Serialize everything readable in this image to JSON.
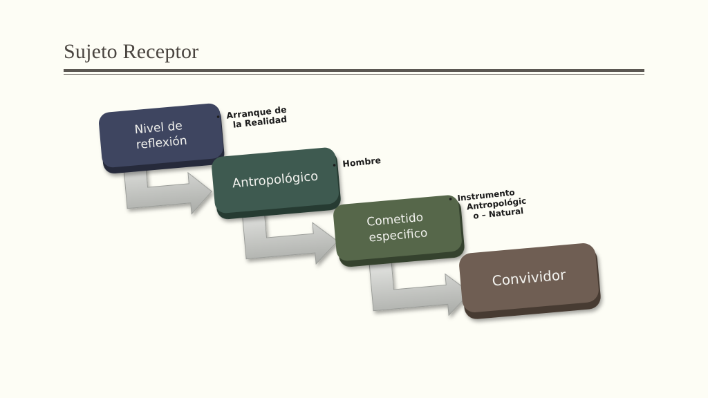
{
  "slide": {
    "title": "Sujeto Receptor"
  },
  "colors": {
    "step1": "#3e4560",
    "step2": "#3e5a50",
    "step3": "#56674a",
    "step4": "#6f5e53",
    "arrow": "#c8cac6",
    "background": "#fdfdf5"
  },
  "steps": [
    {
      "lines": [
        "Nivel de",
        "reflexión"
      ],
      "note": [
        "Arranque de",
        "la Realidad"
      ]
    },
    {
      "lines": [
        "Antropológico"
      ],
      "note": [
        "Hombre"
      ]
    },
    {
      "lines": [
        "Cometido",
        "especifico"
      ],
      "note": [
        "Instrumento",
        "Antropológic",
        "o – Natural"
      ]
    },
    {
      "lines": [
        "Convividor"
      ],
      "note": []
    }
  ]
}
